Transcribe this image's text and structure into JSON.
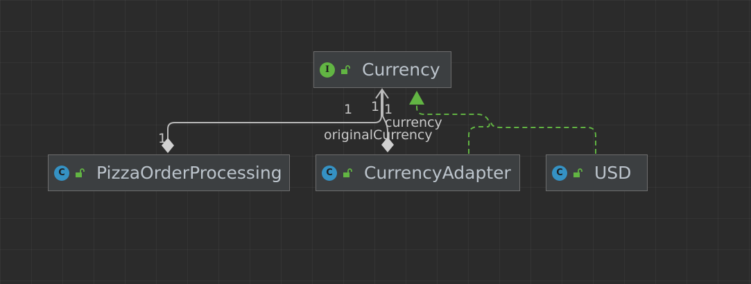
{
  "nodes": {
    "currency": {
      "name": "Currency",
      "kind": "interface",
      "badge": "I"
    },
    "pizza": {
      "name": "PizzaOrderProcessing",
      "kind": "class",
      "badge": "C"
    },
    "adapter": {
      "name": "CurrencyAdapter",
      "kind": "class",
      "badge": "C"
    },
    "usd": {
      "name": "USD",
      "kind": "class",
      "badge": "C"
    }
  },
  "relations": [
    {
      "type": "composition",
      "from": "PizzaOrderProcessing",
      "to": "Currency",
      "multiplicity_source": "1",
      "multiplicity_target": "1"
    },
    {
      "type": "composition",
      "from": "CurrencyAdapter",
      "to": "Currency",
      "role": "originalCurrency",
      "multiplicity_target": "1"
    },
    {
      "type": "implementation",
      "from": "CurrencyAdapter",
      "to": "Currency"
    },
    {
      "type": "implementation",
      "from": "USD",
      "to": "Currency"
    }
  ],
  "labels": {
    "pizza_mult_near_currency": "1",
    "pizza_mult_near_pizza": "1",
    "adapter_mult_near_currency_a": "1",
    "adapter_mult_near_currency_b": "1",
    "role_currency": "currency",
    "role_original": "originalCurrency"
  },
  "colors": {
    "background": "#2b2b2b",
    "node_fill": "#3c3f41",
    "node_border": "#6e6e6e",
    "class_badge": "#3592c4",
    "interface_badge": "#62b543",
    "association_line": "#bbbbbb",
    "implementation_line": "#62b543",
    "text": "#bcc4cc"
  }
}
